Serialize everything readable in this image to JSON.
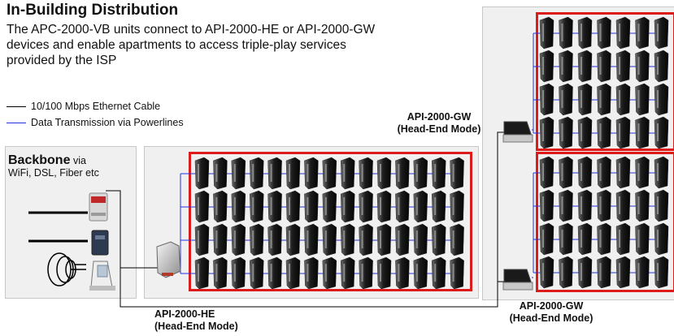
{
  "title": "In-Building Distribution",
  "description": "The APC-2000-VB units connect to API-2000-HE or API-2000-GW devices and enable apartments to access triple-play services provided by the ISP",
  "legend": {
    "ethernet": "10/100 Mbps Ethernet Cable",
    "powerline": "Data Transmission via Powerlines"
  },
  "backbone": {
    "title": "Backbone",
    "suffix": " via",
    "subtitle": "WiFi, DSL, Fiber etc"
  },
  "devices": {
    "gw_top": {
      "model": "API-2000-GW",
      "mode": "(Head-End Mode)"
    },
    "he": {
      "model": "API-2000-HE",
      "mode": "(Head-End  Mode)"
    },
    "gw_bottom": {
      "model": "API-2000-GW",
      "mode": "(Head-End Mode)"
    }
  },
  "colors": {
    "powerline": "#2233dd",
    "ethernet": "#000000",
    "group_border": "#dd1b1b",
    "panel": "#f0f0f0"
  },
  "unit_grid": {
    "middle_group": {
      "rows": 4,
      "columns": 15
    },
    "right_top_group": {
      "rows": 4,
      "columns": 7
    },
    "right_bottom_group": {
      "rows": 4,
      "columns": 7
    }
  }
}
